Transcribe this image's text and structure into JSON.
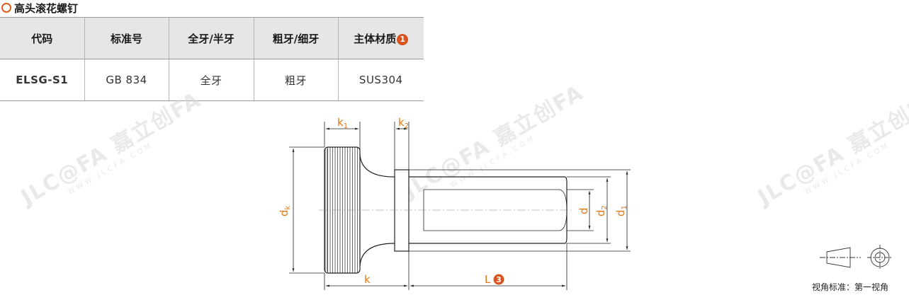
{
  "title": "高头滚花螺钉",
  "table": {
    "headers": [
      "代码",
      "标准号",
      "全牙/半牙",
      "粗牙/细牙",
      "主体材质"
    ],
    "material_badge": "1",
    "row": [
      "ELSG-S1",
      "GB 834",
      "全牙",
      "粗牙",
      "SUS304"
    ]
  },
  "drawing": {
    "label_k1": "k",
    "label_k1_sub": "1",
    "label_k2": "k",
    "label_k2_sub": "2",
    "label_dk": "d",
    "label_dk_sub": "k",
    "label_d": "d",
    "label_d2": "d",
    "label_d2_sub": "2",
    "label_d1": "d",
    "label_d1_sub": "1",
    "label_k": "k",
    "label_L": "L",
    "badge_L": "3",
    "accent_color": "#e07a1a"
  },
  "watermark": {
    "brand": "JLC@FA 嘉立创FA",
    "site": "WWW.JLCFA.COM"
  },
  "view_standard": "视角标准：第一视角"
}
